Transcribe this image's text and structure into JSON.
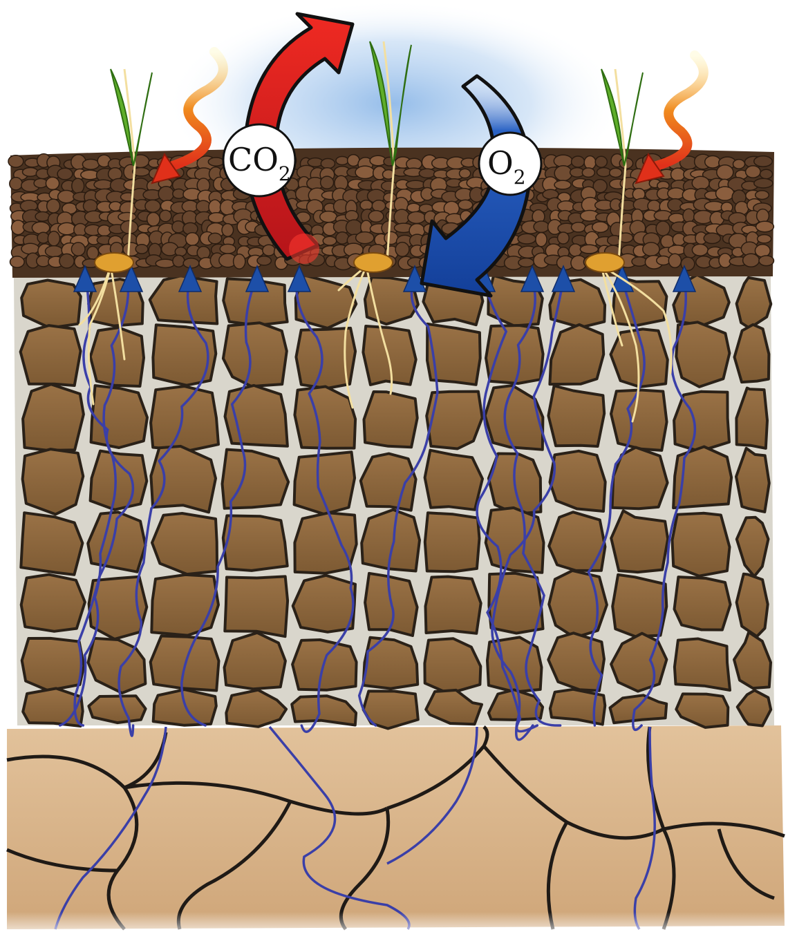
{
  "diagram": {
    "gases": {
      "co2": {
        "label": "CO",
        "subscript": "2"
      },
      "o2": {
        "label": "O",
        "subscript": "2"
      }
    },
    "colors": {
      "co2_arrow": "#e8231f",
      "o2_arrow": "#1d4fa8",
      "sky_glow": "#9cc3ec",
      "crumb_soil": "#6b4a2e",
      "clod_soil": "#8f6a3f",
      "subsoil": "#d9b58c",
      "water_channel": "#3a3fa8",
      "root": "#f3dfa0",
      "seed": "#e0a030",
      "sprout": "#5fae2a",
      "heat_wave": "#e86a1a"
    },
    "icons": [
      "seedling-icon",
      "seed-icon",
      "heat-wave-arrow-icon",
      "water-flow-triangle-icon"
    ]
  }
}
